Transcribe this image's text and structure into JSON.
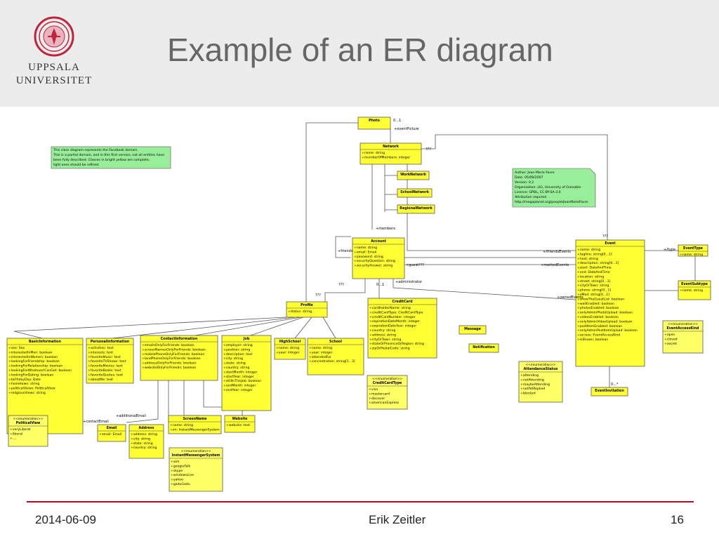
{
  "header": {
    "logo_name": "UPPSALA",
    "logo_name2": "UNIVERSITET",
    "title": "Example of an ER diagram"
  },
  "footer": {
    "date": "2014-06-09",
    "author": "Erik Zeitler",
    "page": "16"
  },
  "notes": {
    "left": [
      "This class diagram represents the Facebook domain.",
      "This is a partial domain, and in this first version, not all entities have",
      "been fully described. Classes in bright yellow are complete,",
      "light ones should be refined."
    ],
    "right": [
      "Author: Jean-Marie Favre",
      "Date: 05/09/2007",
      "Version: 0.2",
      "Organization: LIG, University of Grenoble",
      "Licence: GPDL, CC-BY-SA-3.0",
      "Attribution required",
      "http://megaplanet.org/people/JeanMarieFavre"
    ]
  },
  "entities": {
    "photo": {
      "name": "Photo",
      "attrs": []
    },
    "network": {
      "name": "Network",
      "attrs": [
        "+name: string",
        "+/numberOfMembers: integer"
      ]
    },
    "work_network": {
      "name": "WorkNetwork",
      "attrs": []
    },
    "school_network": {
      "name": "SchoolNetwork",
      "attrs": []
    },
    "regional_network": {
      "name": "RegionalNetwork",
      "attrs": []
    },
    "account": {
      "name": "Account",
      "attrs": [
        "+name: string",
        "+email: Email",
        "+password: string",
        "+securityQuestion: string",
        "+securityAnswer: string"
      ]
    },
    "event": {
      "name": "Event",
      "attrs": [
        "+name: string",
        "+tagline: string[0...1]",
        "+host: string",
        "+description: string[0...1]",
        "+start: DateAndTime",
        "+end: DateAndTime",
        "+location: string",
        "+street: string[0...1]",
        "+cityOrTown: string",
        "+phone: string[0...1]",
        "+eMail: string[0...1]",
        "+showTheGuestList: boolean",
        "+wallEnabled: boolean",
        "+photosEnabled: boolean",
        "+onlyAdminPhotoUpload: boolean",
        "+videosEnabled: boolean",
        "+onlyAdminVideoUpload: boolean",
        "+postItemEnabled: boolean",
        "+onlyAdminPostItemUpload: boolean",
        "+access: EventAccessKind",
        "+isShown: boolean"
      ]
    },
    "event_type": {
      "name": "EventType",
      "attrs": [
        "+name: string"
      ]
    },
    "event_subtype": {
      "name": "EventSubtype",
      "attrs": [
        "+name: string"
      ]
    },
    "profile": {
      "name": "Profile",
      "attrs": [
        "+status: string"
      ]
    },
    "credit_card": {
      "name": "CreditCard",
      "attrs": [
        "+cardHolderName: string",
        "+creditCardType: CreditCardType",
        "+creditCardNumber: integer",
        "+expirationDateMonth: integer",
        "+expirationDateYear: integer",
        "+country: string",
        "+address: string",
        "+cityOrTown: string",
        "+stateOrProvinceOrRegion: string",
        "+zipOrPostalCode: string"
      ]
    },
    "basic_information": {
      "name": "BasicInformation",
      "attrs": [
        "+sex: Sex",
        "+interestedInMen: boolean",
        "+interestedInWomen: boolean",
        "+lookingForFriendship: boolean",
        "+lookingForRelationship: boolean",
        "+lookingForWhateverICanGet: boolean",
        "+lookingForDating: boolean",
        "+birthdayDay: Date",
        "+hometown: string",
        "+politicalViews: PoliticalView",
        "+religiousViews: string"
      ]
    },
    "personal_information": {
      "name": "PersonalInformation",
      "attrs": [
        "+activities: text",
        "+interests: text",
        "+favoriteMusic: text",
        "+favoriteTVShows: text",
        "+favoriteMovies: text",
        "+favoriteBooks: text",
        "+favoriteQuotes: text",
        "+aboutMe: text"
      ]
    },
    "contact_information": {
      "name": "ContactInformation",
      "attrs": [
        "+emailsOnlyForFriends: boolean",
        "+screenNamesOnlyForFriends: boolean",
        "+mobilePhoneOnlyForFriends: boolean",
        "+landPhoneOnlyForFriends: boolean",
        "+addressOnlyForFriends: boolean",
        "+websiteOnlyForFriends: boolean"
      ]
    },
    "job": {
      "name": "Job",
      "attrs": [
        "+employer: string",
        "+position: string",
        "+description: text",
        "+city: string",
        "+state: string",
        "+country: string",
        "+startMonth: integer",
        "+startYear: integer",
        "+stillInThisJob: boolean",
        "+endMonth: integer",
        "+endYear: integer"
      ]
    },
    "high_school": {
      "name": "HighSchool",
      "attrs": [
        "+name: string",
        "+year: integer"
      ]
    },
    "school": {
      "name": "School",
      "attrs": [
        "+name: string",
        "+year: integer",
        "+attendedFor",
        "+concentration: string[1...3]"
      ]
    },
    "message": {
      "name": "Message",
      "attrs": []
    },
    "notification": {
      "name": "Notification",
      "attrs": []
    },
    "email": {
      "name": "Email",
      "attrs": [
        "+email: Email"
      ]
    },
    "address": {
      "name": "Address",
      "attrs": [
        "+address: string",
        "+city: string",
        "+state: string",
        "+country: string"
      ]
    },
    "screen_name": {
      "name": "ScreenName",
      "attrs": [
        "+name: string",
        "+im: InstantMessengerSystem"
      ]
    },
    "website": {
      "name": "Website",
      "attrs": [
        "+website: text"
      ]
    },
    "event_invitation": {
      "name": "EventInvitation",
      "attrs": []
    }
  },
  "enumerations": {
    "stereotype": "<<enumeration>>",
    "political_view": {
      "name": "PoliticalView",
      "values": [
        "+veryLiberal",
        "+liberal",
        "+...."
      ]
    },
    "credit_card_type": {
      "name": "CreditCardType",
      "values": [
        "+visa",
        "+mastercard",
        "+discover",
        "+americanExpress"
      ]
    },
    "attendance_status": {
      "name": "AttendanceStatus",
      "values": [
        "+attending",
        "+notAttending",
        "+maybeAttending",
        "+notYetReplied",
        "+blocked"
      ]
    },
    "event_access_kind": {
      "name": "EventAccessKind",
      "values": [
        "+open",
        "+closed",
        "+secret"
      ]
    },
    "instant_messenger_system": {
      "name": "InstantMessengerSystem",
      "values": [
        "+aim",
        "+googleTalk",
        "+skype",
        "+windowsLive",
        "+yahoo",
        "+gaduGadu"
      ]
    }
  },
  "edge_labels": {
    "photo_mult": "0...1",
    "event_picture": "+eventPicture",
    "qqq": "???",
    "members": "+members",
    "friends": "+friends",
    "friends_events": "+/friendsEvents",
    "guest": "+guest???",
    "marked_events": "+markedEvents",
    "owned_events": "+ownedEvents",
    "administrator": "+administrator",
    "type": "+/type",
    "contact_email": "+contactEmail",
    "additional_email": "+additionalEmail",
    "one": "1",
    "star": "*",
    "zero_one": "0...1",
    "zero_star": "0...*"
  }
}
